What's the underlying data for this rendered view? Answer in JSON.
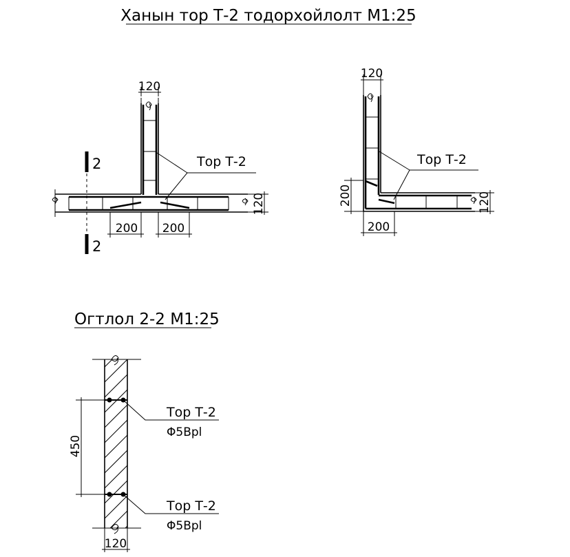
{
  "title": "Ханын тор Т-2 тодорхойлолт М1:25",
  "section_title": "Огтлол 2-2 М1:25",
  "section_mark": "2",
  "mesh_label": "Тор Т-2",
  "rebar_label": "Φ5Bpl",
  "dims": {
    "t_wall_thickness": "120",
    "t_left_lap": "200",
    "t_right_lap": "200",
    "t_side_thickness": "120",
    "l_wall_thickness": "120",
    "l_vertical_lap": "200",
    "l_horizontal_lap": "200",
    "l_side_thickness": "120",
    "section_spacing": "450",
    "section_thickness": "120"
  }
}
